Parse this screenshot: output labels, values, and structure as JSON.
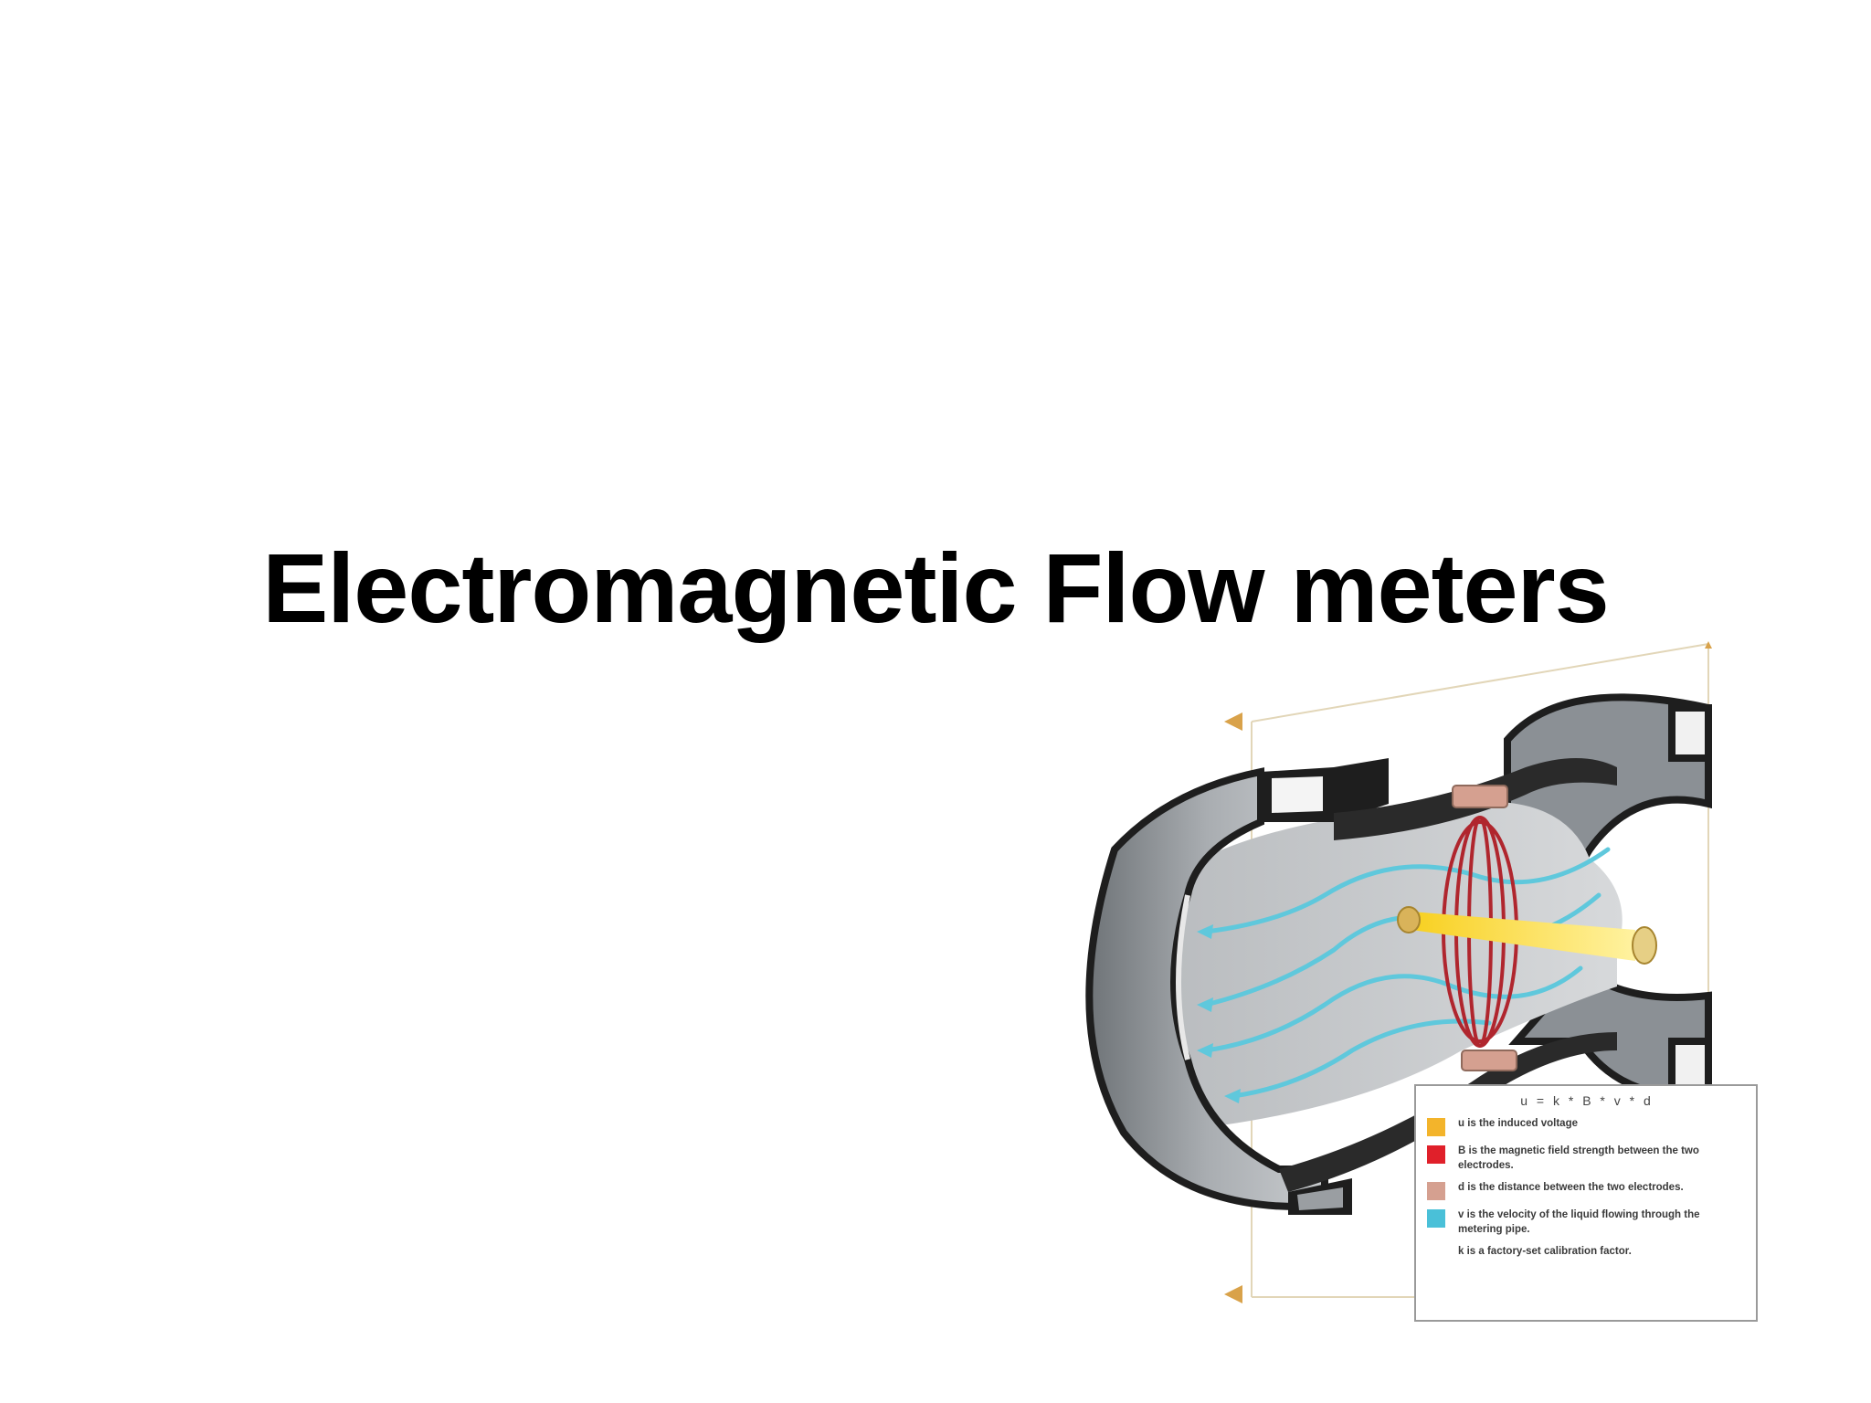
{
  "slide": {
    "title": "Electromagnetic Flow meters"
  },
  "figure": {
    "formula": "u = k * B * v * d",
    "legend": [
      {
        "color": "#f3b42b",
        "text": "u is the induced voltage"
      },
      {
        "color": "#e0202a",
        "text": "B is the magnetic field strength between the two electrodes."
      },
      {
        "color": "#d5a090",
        "text": "d is the distance between the two electrodes."
      },
      {
        "color": "#4ac0d8",
        "text": "v is the velocity of the liquid flowing through the metering pipe."
      },
      {
        "color": "",
        "text": "k is a factory-set calibration factor."
      }
    ],
    "colors": {
      "pipe_body": "#9ea3a7",
      "pipe_dark": "#1e1e1e",
      "flow": "#5fc8dc",
      "field": "#b0262e",
      "voltage": "#f6c514",
      "electrode": "#d9b35a"
    }
  }
}
